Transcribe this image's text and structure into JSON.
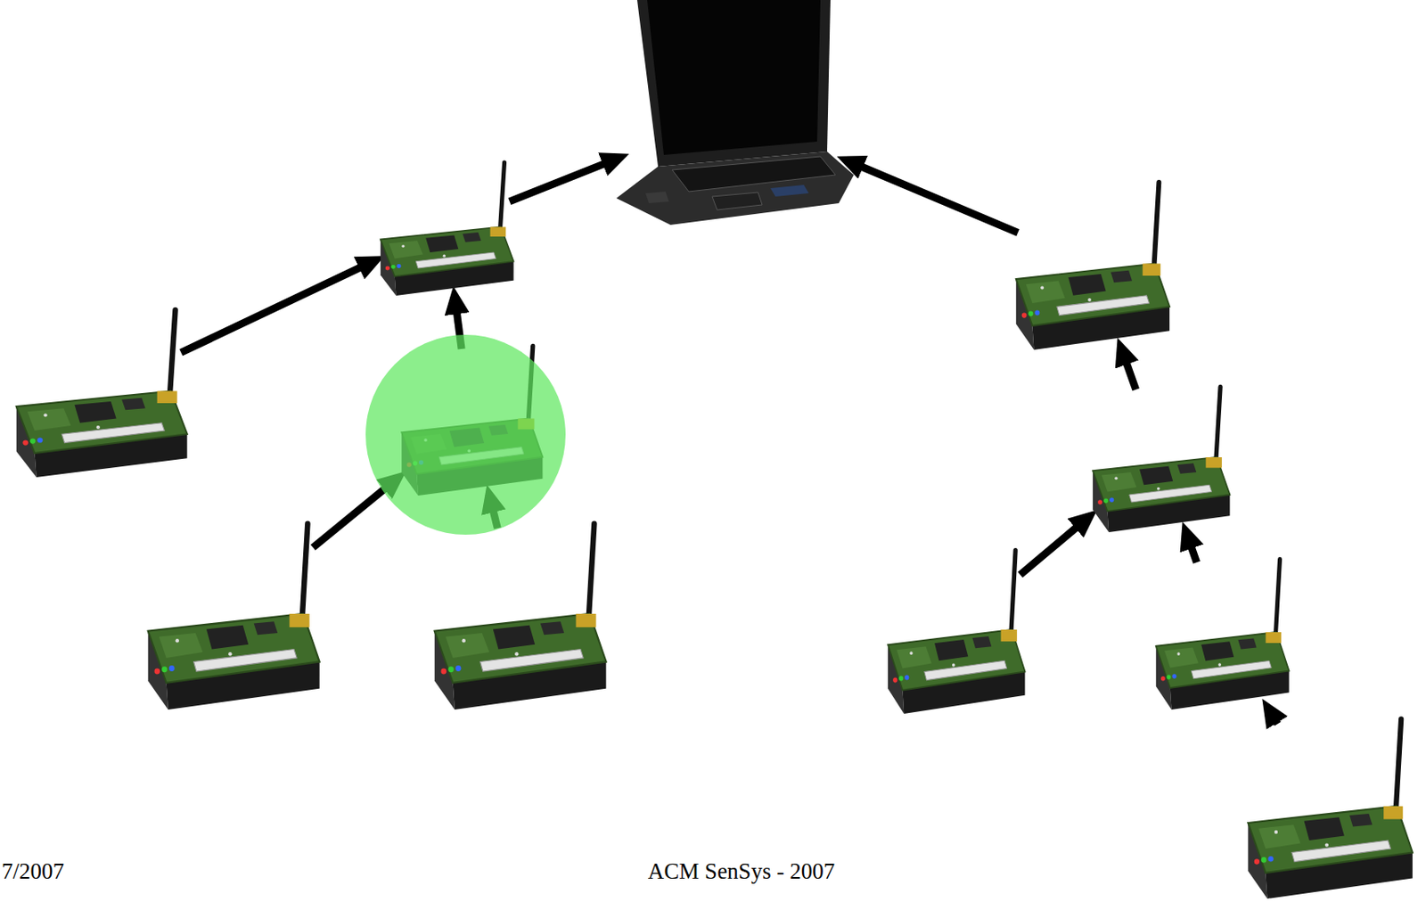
{
  "diagram": {
    "nodes": [
      {
        "text": []
      },
      {
        "text": []
      },
      {
        "text": []
      },
      {
        "text": []
      },
      {
        "text": []
      },
      {
        "text": []
      },
      {
        "text": []
      },
      {
        "text": []
      },
      {
        "text": []
      },
      {
        "text": []
      },
      {
        "text": []
      }
    ],
    "edges": [
      {
        "from": 1,
        "to": 0,
        "arrow": "to"
      },
      {
        "from": 2,
        "to": 0,
        "arrow": "to"
      },
      {
        "from": 3,
        "to": 1,
        "arrow": "to"
      },
      {
        "from": 4,
        "to": 1,
        "arrow": "to"
      },
      {
        "from": 5,
        "to": 2,
        "arrow": "to"
      },
      {
        "from": 6,
        "to": 4,
        "arrow": "to"
      },
      {
        "from": 7,
        "to": 4,
        "arrow": "to"
      },
      {
        "from": 8,
        "to": 5,
        "arrow": "to"
      },
      {
        "from": 9,
        "to": 5,
        "arrow": "to"
      },
      {
        "from": 10,
        "to": 9,
        "arrow": "to"
      }
    ],
    "labels": [
      "7/2007",
      "ACM SenSys - 2007"
    ]
  }
}
